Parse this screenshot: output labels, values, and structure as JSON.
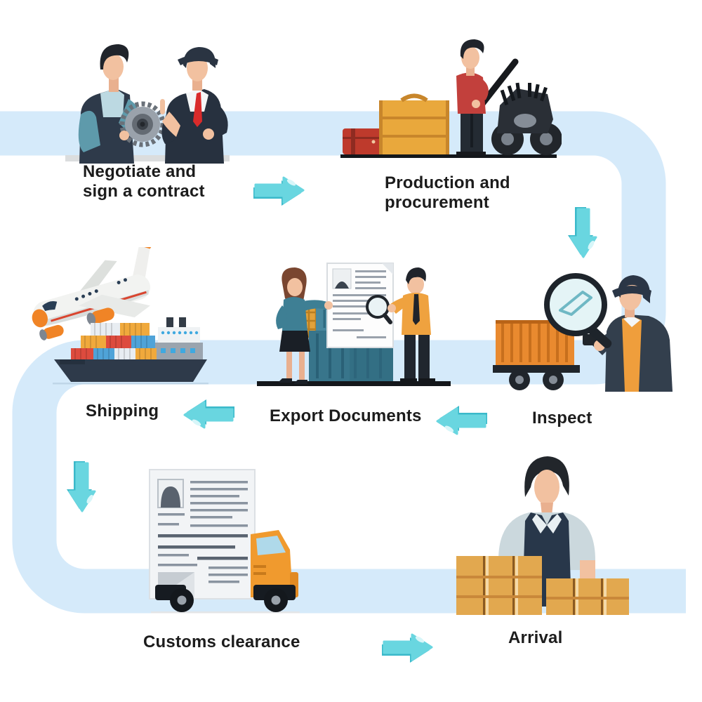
{
  "page": {
    "background": "#FFFFFF",
    "kind": "export-process-flow-infographic"
  },
  "flow": {
    "steps": [
      {
        "id": "negotiate",
        "label": "Negotiate and\nsign a contract",
        "illustration": "businessmen-negotiating"
      },
      {
        "id": "production",
        "label": "Production and\nprocurement",
        "illustration": "worker-with-crates-and-engine"
      },
      {
        "id": "inspect",
        "label": "Inspect",
        "illustration": "inspector-magnifier-container"
      },
      {
        "id": "export-documents",
        "label": "Export Documents",
        "illustration": "people-reviewing-document"
      },
      {
        "id": "shipping",
        "label": "Shipping",
        "illustration": "airplane-and-cargo-ship"
      },
      {
        "id": "customs",
        "label": "Customs clearance",
        "illustration": "customs-document-truck"
      },
      {
        "id": "arrival",
        "label": "Arrival",
        "illustration": "man-with-stacked-boxes"
      }
    ],
    "connectors": [
      {
        "name": "arrow-right-icon",
        "from": "negotiate",
        "to": "production"
      },
      {
        "name": "arrow-down-icon",
        "from": "production",
        "to": "inspect"
      },
      {
        "name": "arrow-left-icon",
        "from": "inspect",
        "to": "export-documents"
      },
      {
        "name": "arrow-left-icon",
        "from": "export-documents",
        "to": "shipping"
      },
      {
        "name": "arrow-down-icon",
        "from": "shipping",
        "to": "customs"
      },
      {
        "name": "arrow-right-icon",
        "from": "customs",
        "to": "arrival"
      }
    ]
  },
  "colors": {
    "path_band": "#D5EAFA",
    "arrow_fill": "#69D6E0",
    "arrow_shadow": "#3BB9CA",
    "arrow_gloss": "#D7F6F9",
    "label_text": "#1C1C1C"
  }
}
